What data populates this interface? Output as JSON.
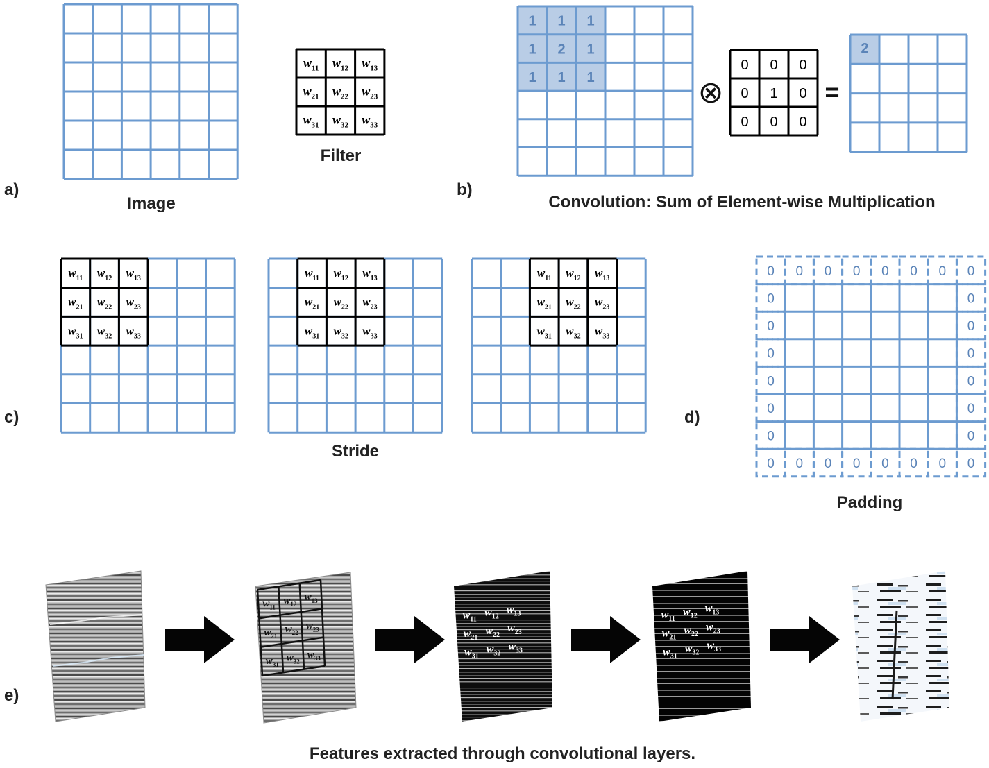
{
  "colors": {
    "grid_blue": "#6c9bd0",
    "highlight_fill": "#b9cde6",
    "highlight_text": "#5b84b8",
    "filter_black": "#000000",
    "caption_text": "#222222"
  },
  "panel_a": {
    "letter": "a)",
    "image_label": "Image",
    "filter_label": "Filter",
    "filter_weights": [
      "11",
      "12",
      "13",
      "21",
      "22",
      "23",
      "31",
      "32",
      "33"
    ]
  },
  "panel_b": {
    "letter": "b)",
    "caption": "Convolution: Sum of Element-wise Multiplication",
    "input_values": [
      "1",
      "1",
      "1",
      "1",
      "2",
      "1",
      "1",
      "1",
      "1"
    ],
    "operator": "⊗",
    "kernel_values": [
      "0",
      "0",
      "0",
      "0",
      "1",
      "0",
      "0",
      "0",
      "0"
    ],
    "equals": "=",
    "result_value": "2"
  },
  "panel_c": {
    "letter": "c)",
    "caption": "Stride"
  },
  "panel_d": {
    "letter": "d)",
    "caption": "Padding",
    "pad_value": "0"
  },
  "panel_e": {
    "letter": "e)",
    "caption": "Features extracted through convolutional layers."
  }
}
